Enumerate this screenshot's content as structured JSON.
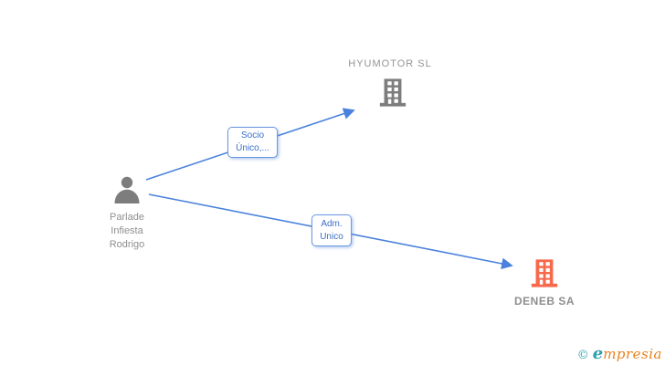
{
  "person": {
    "name_lines": [
      "Parlade",
      "Infiesta",
      "Rodrigo"
    ],
    "icon": "person-icon",
    "icon_color": "#7d7d7d"
  },
  "companies": [
    {
      "name": "HYUMOTOR SL",
      "icon": "building-icon",
      "icon_color": "#7d7d7d",
      "label_position": "above-icon"
    },
    {
      "name": "DENEB SA",
      "icon": "building-icon",
      "icon_color": "#f8684a",
      "label_position": "below-icon"
    }
  ],
  "edges": [
    {
      "from": "Parlade Infiesta Rodrigo",
      "to": "HYUMOTOR SL",
      "label_lines": [
        "Socio",
        "Único,..."
      ]
    },
    {
      "from": "Parlade Infiesta Rodrigo",
      "to": "DENEB SA",
      "label_lines": [
        "Adm.",
        "Unico"
      ]
    }
  ],
  "edge_style": {
    "line_color": "#4b82dd",
    "label_text_color": "#3a6fc9",
    "label_border_color": "#6b97de"
  },
  "watermark": {
    "copyright_symbol": "©",
    "brand_lead": "e",
    "brand_rest": "mpresia",
    "lead_color": "#2f9fae",
    "rest_color": "#e8821e"
  }
}
